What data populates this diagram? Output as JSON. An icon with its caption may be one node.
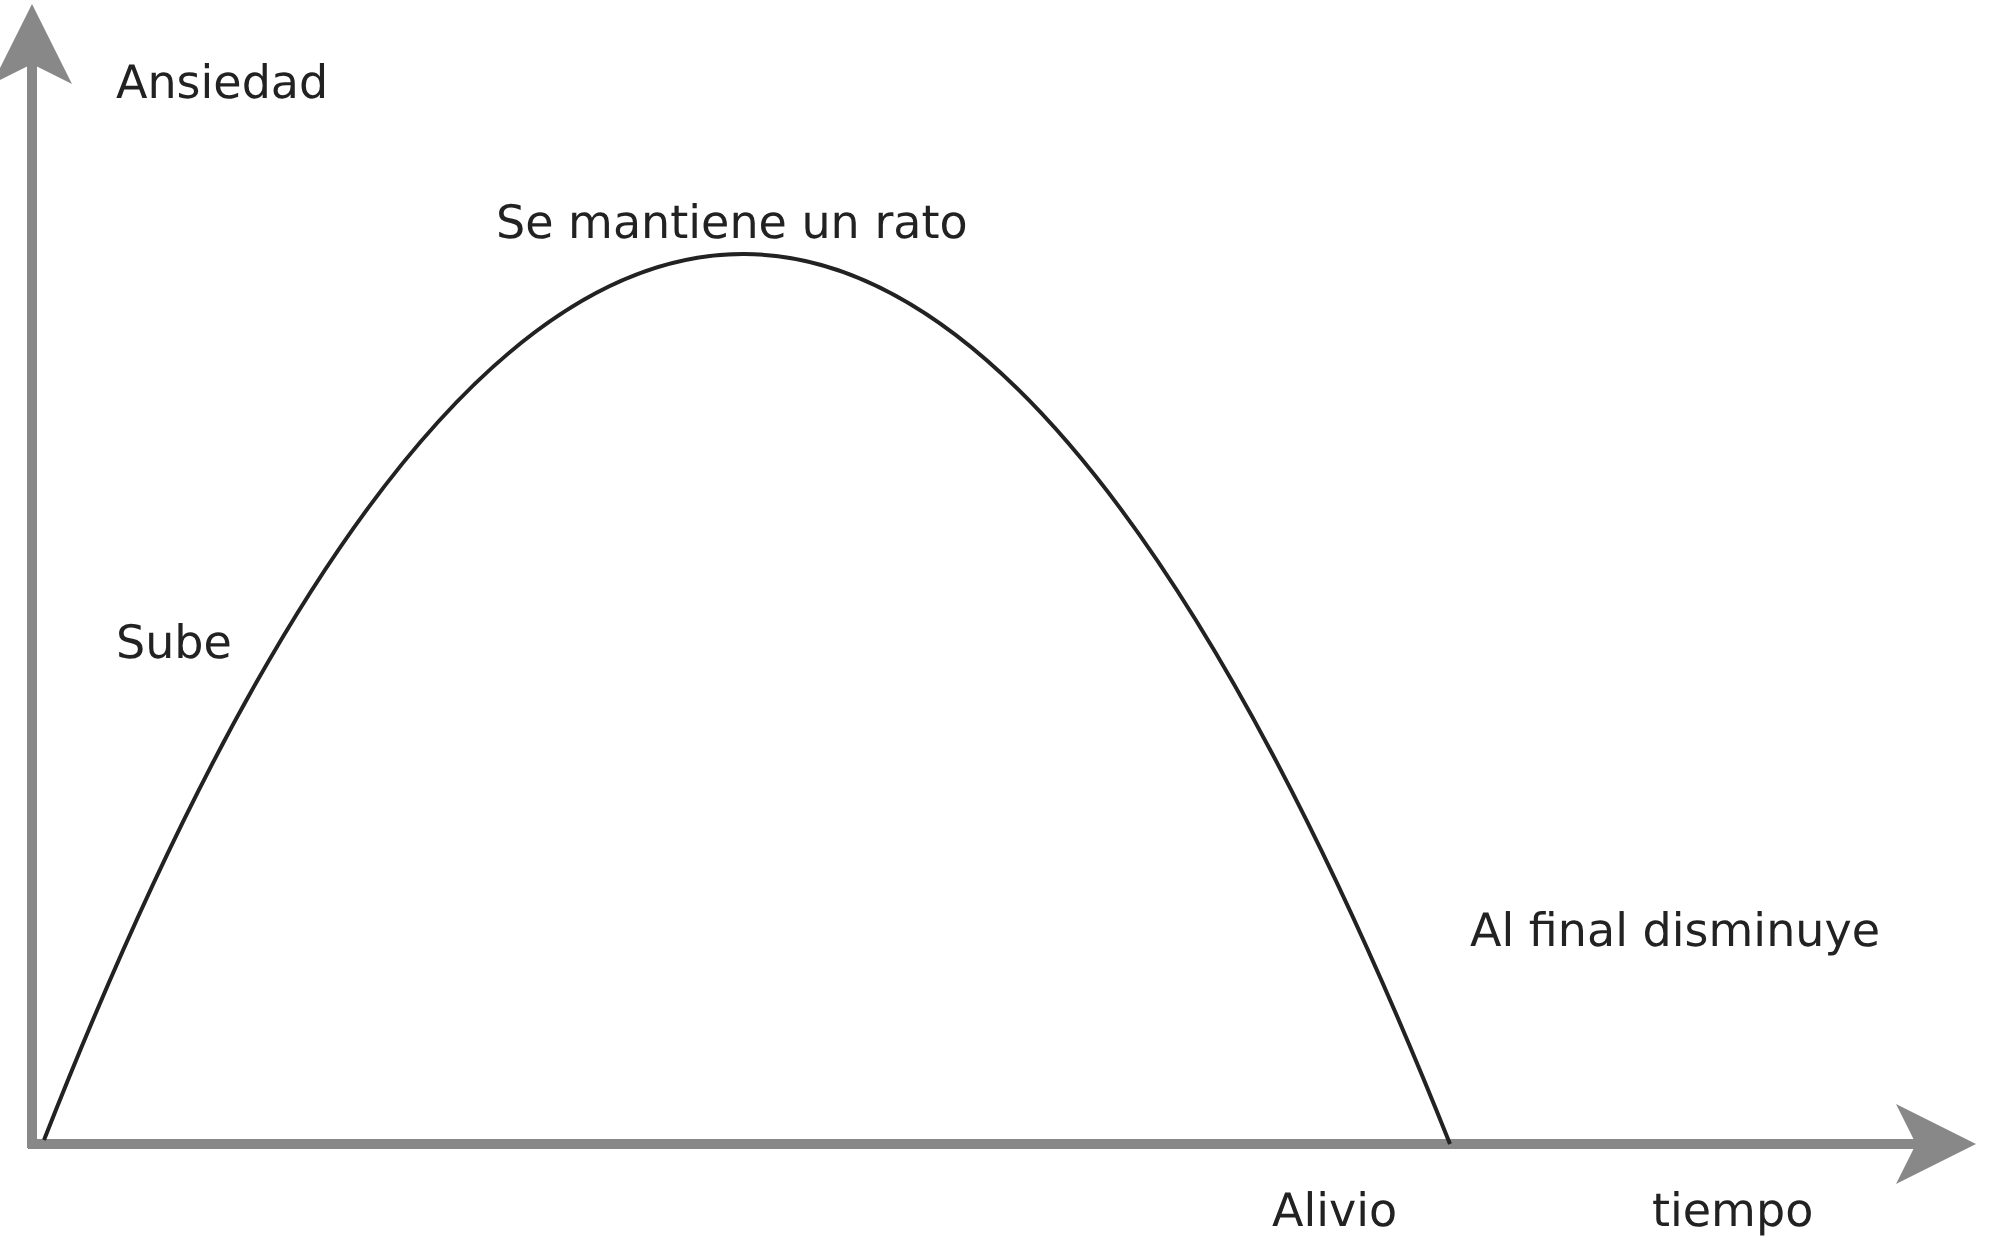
{
  "diagram": {
    "labels": [
      "Ansiedad",
      "Se mantiene un rato",
      "Sube",
      "Al final disminuye",
      "Alivio",
      "tiempo"
    ]
  }
}
